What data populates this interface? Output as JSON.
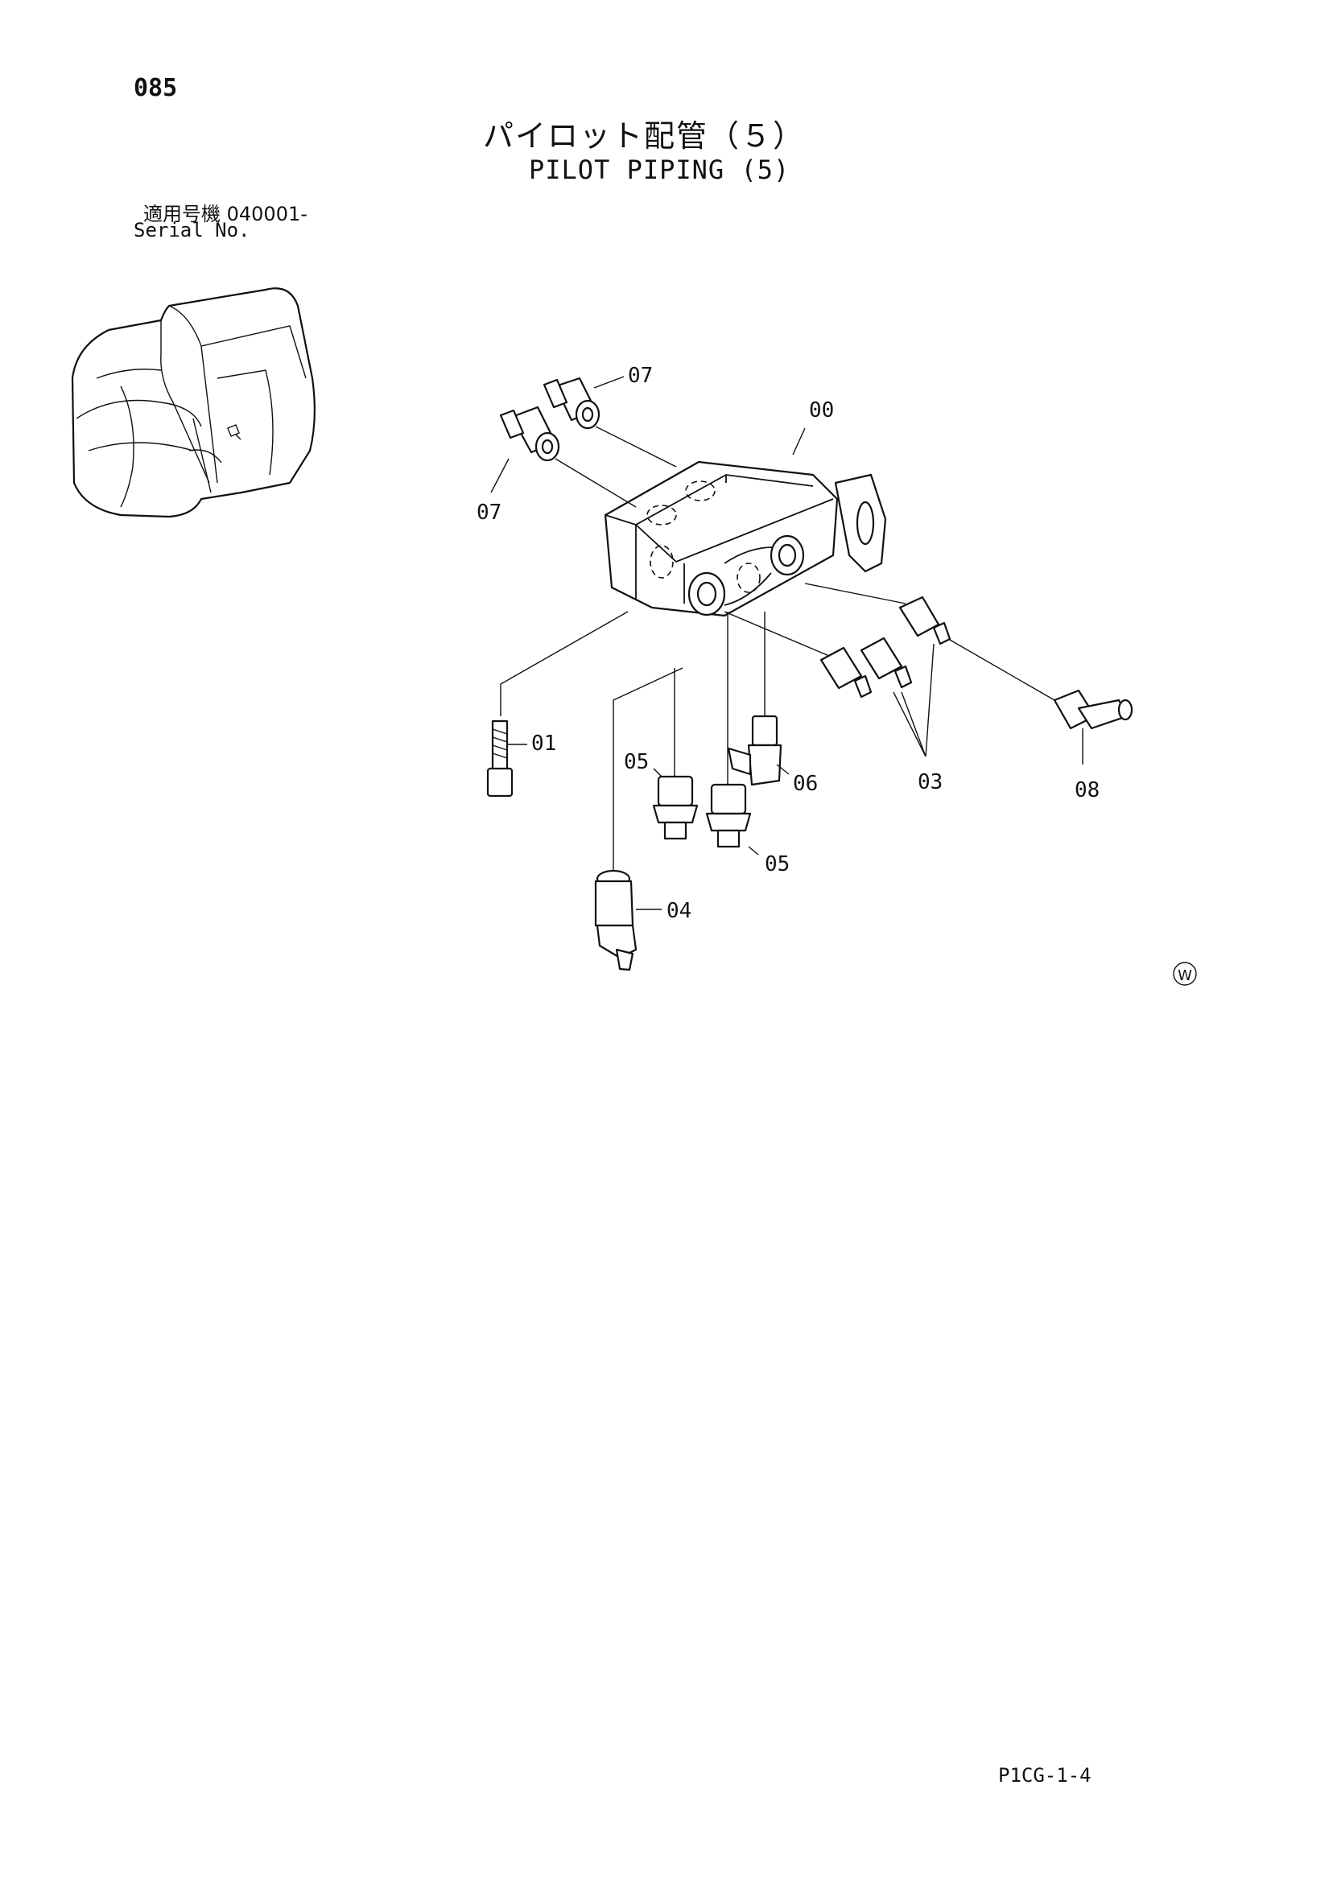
{
  "page": {
    "number": "085",
    "title_jp": "パイロット配管（５）",
    "title_en": "PILOT PIPING (5)",
    "serial_label_jp": "適用号機 040001-",
    "serial_label_en": "Serial No.",
    "drawing_code": "P1CG-1-4",
    "mark": "W"
  },
  "callouts": {
    "c00": "00",
    "c01": "01",
    "c03": "03",
    "c04": "04",
    "c05a": "05",
    "c05b": "05",
    "c06": "06",
    "c07a": "07",
    "c07b": "07",
    "c08": "08"
  }
}
